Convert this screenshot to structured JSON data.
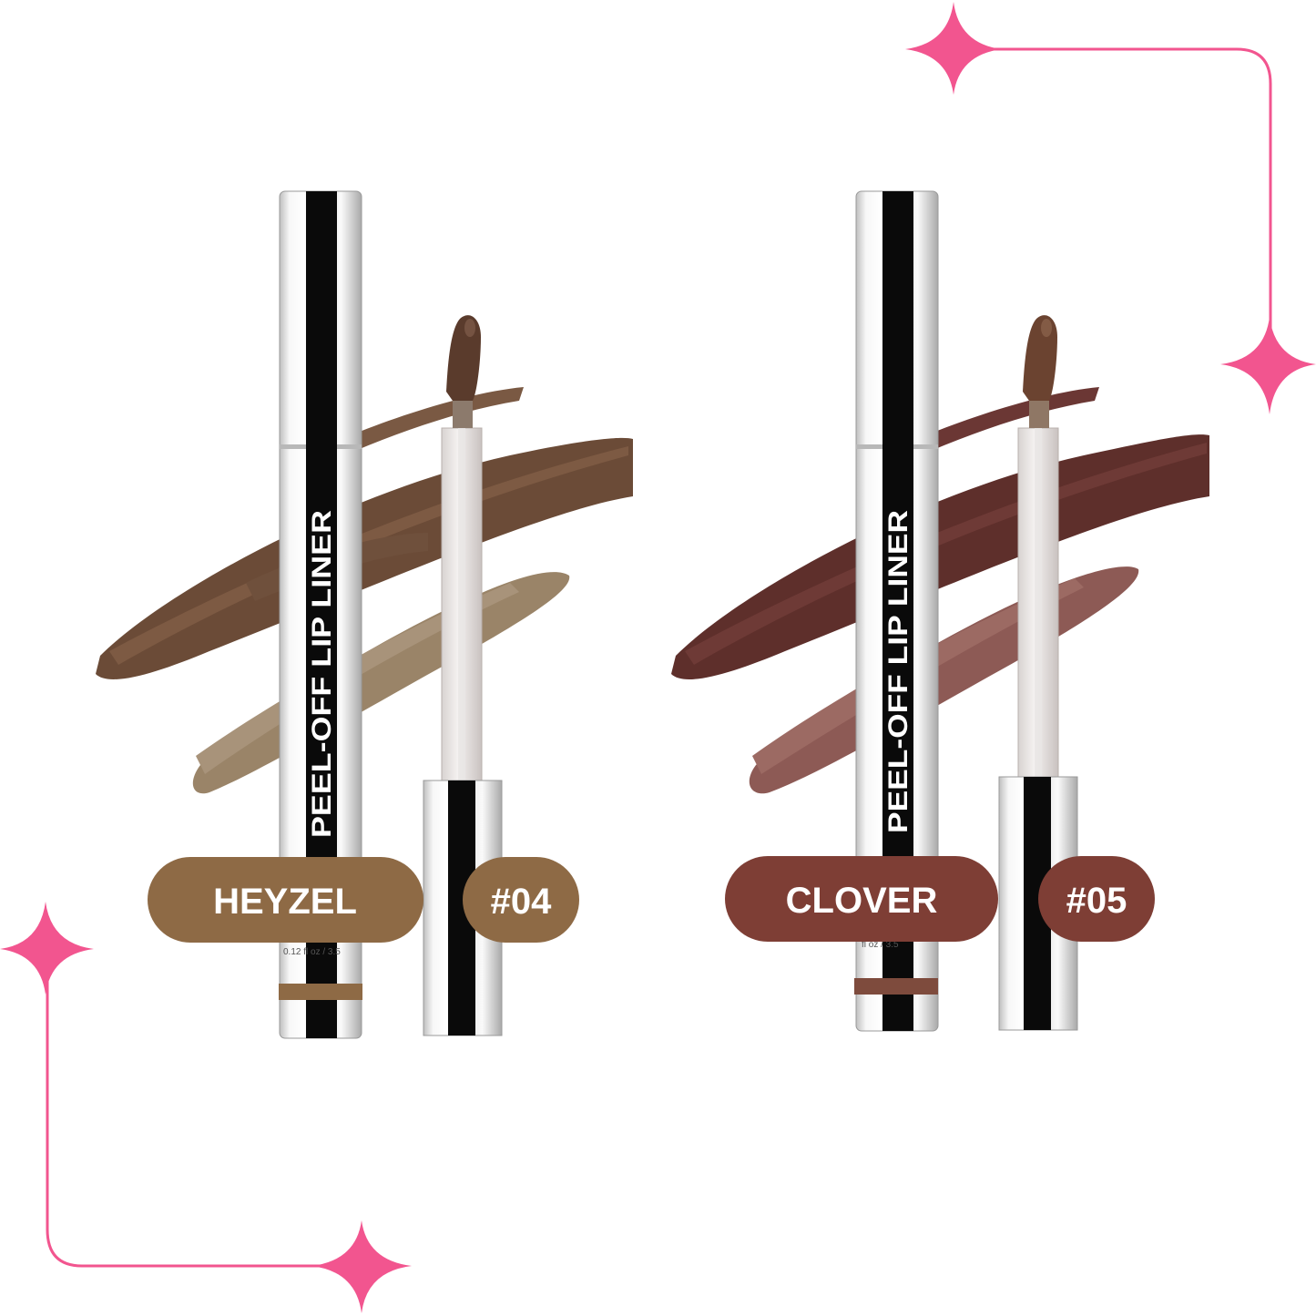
{
  "colors": {
    "accent_pink": "#f2558f",
    "heyzel": "#8e6a45",
    "clover": "#7e3e35",
    "tube_black": "#0a0a0a"
  },
  "icons": [
    "sparkle-icon"
  ],
  "products": [
    {
      "tube_label": "PEEL-OFF LIP LINER",
      "size_text": "0.12 fl oz / 3.5",
      "shade_name": "HEYZEL",
      "shade_number": "#04"
    },
    {
      "tube_label": "PEEL-OFF LIP LINER",
      "size_text": "fl oz / 3.5",
      "shade_name": "CLOVER",
      "shade_number": "#05"
    }
  ]
}
